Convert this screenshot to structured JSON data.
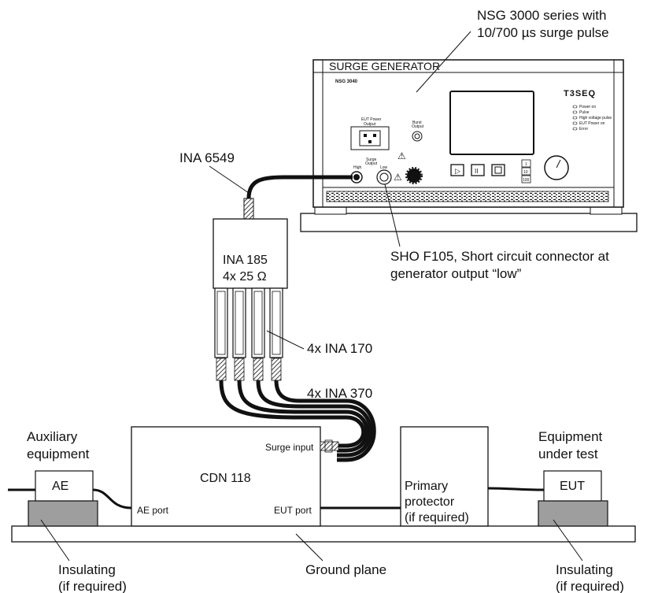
{
  "callouts": {
    "nsg_series_line1": "NSG 3000 series with",
    "nsg_series_line2": "10/700 µs surge pulse",
    "ina6549": "INA 6549",
    "sho_line1": "SHO F105, Short circuit connector at",
    "sho_line2": "generator output “low”",
    "ina170": "4x INA 170",
    "ina370": "4x INA 370",
    "aux_line1": "Auxiliary",
    "aux_line2": "equipment",
    "eut_title_line1": "Equipment",
    "eut_title_line2": "under test",
    "insulating_left_line1": "Insulating",
    "insulating_left_line2": "(if required)",
    "ground_plane": "Ground plane",
    "insulating_right_line1": "Insulating",
    "insulating_right_line2": "(if required)"
  },
  "generator": {
    "title": "SURGE GENERATOR",
    "model": "NSG 3040",
    "brand": "T3SEQ",
    "eut_power_line1": "EUT Power",
    "eut_power_line2": "Output",
    "surge_output_line1": "Surge",
    "surge_output_line2": "Output",
    "burst_line1": "Burst",
    "burst_line2": "Output",
    "high_label": "High",
    "low_label": "Low",
    "leds": [
      "Power on",
      "Pulse",
      "High voltage pulse",
      "EUT Power on",
      "Error"
    ],
    "range_buttons": [
      "1",
      "10",
      "100"
    ]
  },
  "ina185": {
    "line1": "INA 185",
    "line2": "4x 25 Ω"
  },
  "cdn": {
    "title": "CDN 118",
    "surge_input": "Surge input",
    "ae_port": "AE port",
    "eut_port": "EUT port"
  },
  "ae_box": "AE",
  "eut_box": "EUT",
  "protector": {
    "line1": "Primary",
    "line2": "protector",
    "line3": "(if required)"
  },
  "colors": {
    "insulator_fill": "#9e9e9e",
    "cable": "#111111",
    "generator_display": "#ffffff"
  }
}
